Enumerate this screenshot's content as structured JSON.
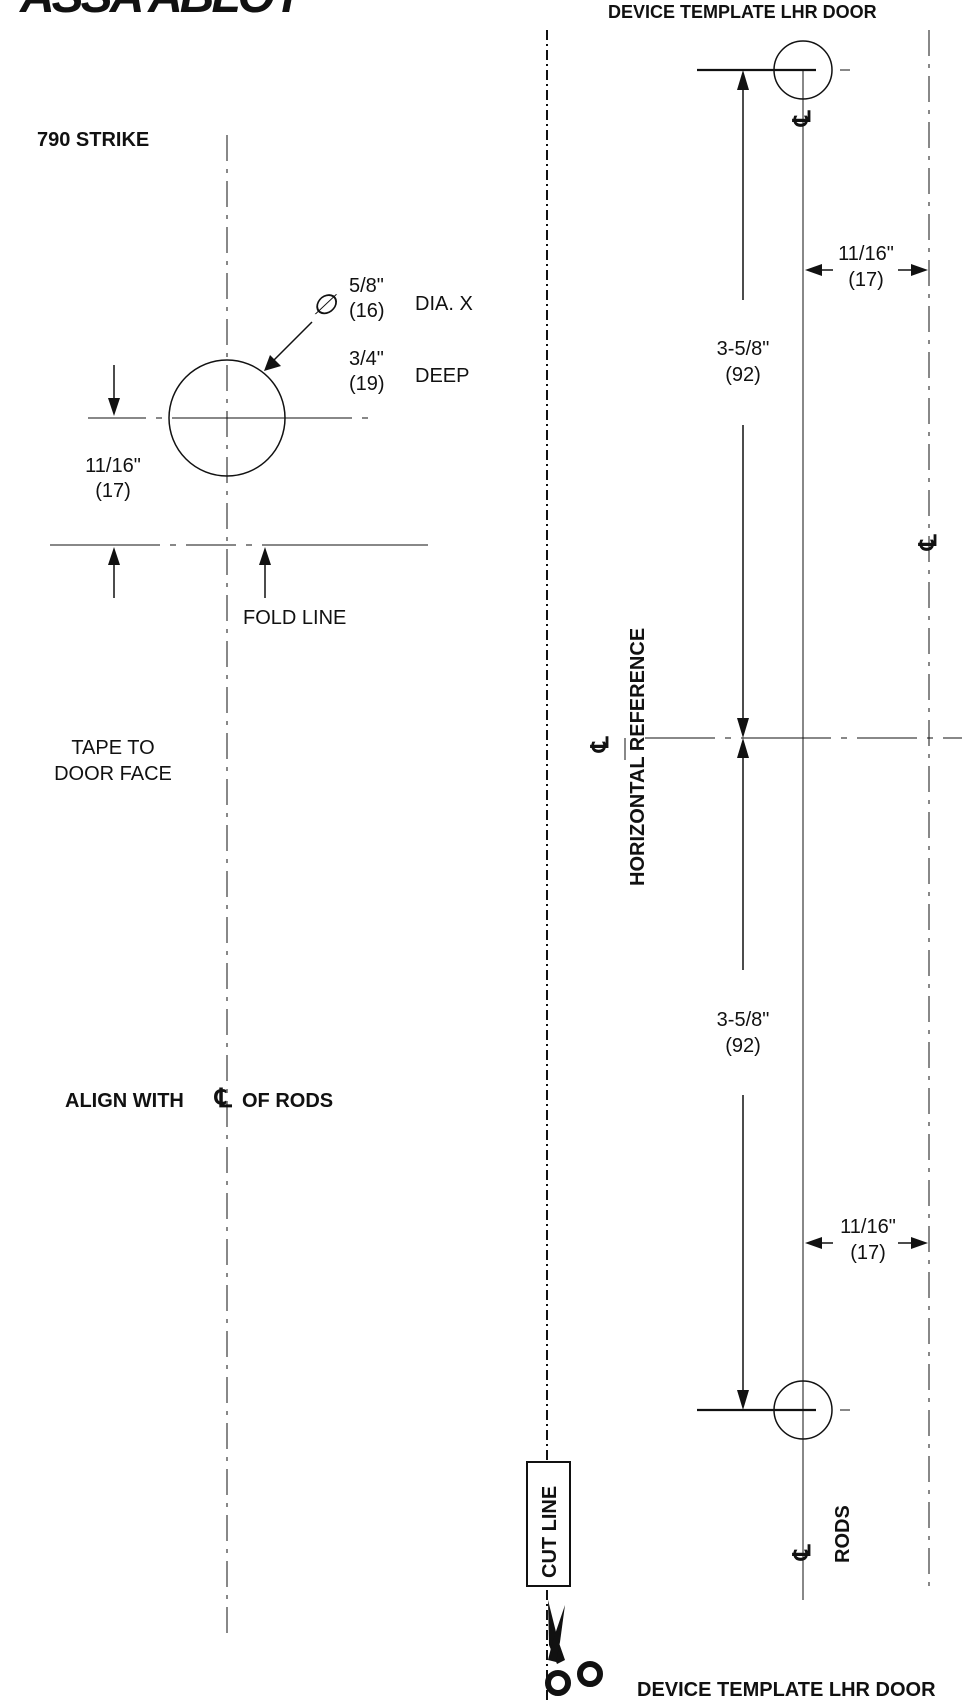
{
  "brand": {
    "logo_text": "ASSA ABLOY"
  },
  "header": {
    "title": "DEVICE TEMPLATE LHR DOOR"
  },
  "footer": {
    "title": "DEVICE TEMPLATE LHR DOOR"
  },
  "strike": {
    "title": "790 STRIKE",
    "hole_diameter": "5/8\"",
    "hole_diameter_mm": "(16)",
    "dia_label": "DIA. X",
    "hole_depth": "3/4\"",
    "hole_depth_mm": "(19)",
    "deep_label": "DEEP",
    "diameter_symbol": "∅",
    "offset": "11/16\"",
    "offset_mm": "(17)",
    "fold_line": "FOLD LINE",
    "tape_line1": "TAPE TO",
    "tape_line2": "DOOR FACE",
    "align_prefix": "ALIGN WITH",
    "align_suffix": "OF RODS"
  },
  "device": {
    "dim_top": "3-5/8\"",
    "dim_top_mm": "(92)",
    "dim_bottom": "3-5/8\"",
    "dim_bottom_mm": "(92)",
    "offset_top": "11/16\"",
    "offset_top_mm": "(17)",
    "offset_bottom": "11/16\"",
    "offset_bottom_mm": "(17)",
    "horizontal_reference": "HORIZONTAL REFERENCE",
    "rods": "RODS",
    "centerline_symbol": "℄"
  },
  "cut_line": {
    "label": "CUT LINE"
  }
}
